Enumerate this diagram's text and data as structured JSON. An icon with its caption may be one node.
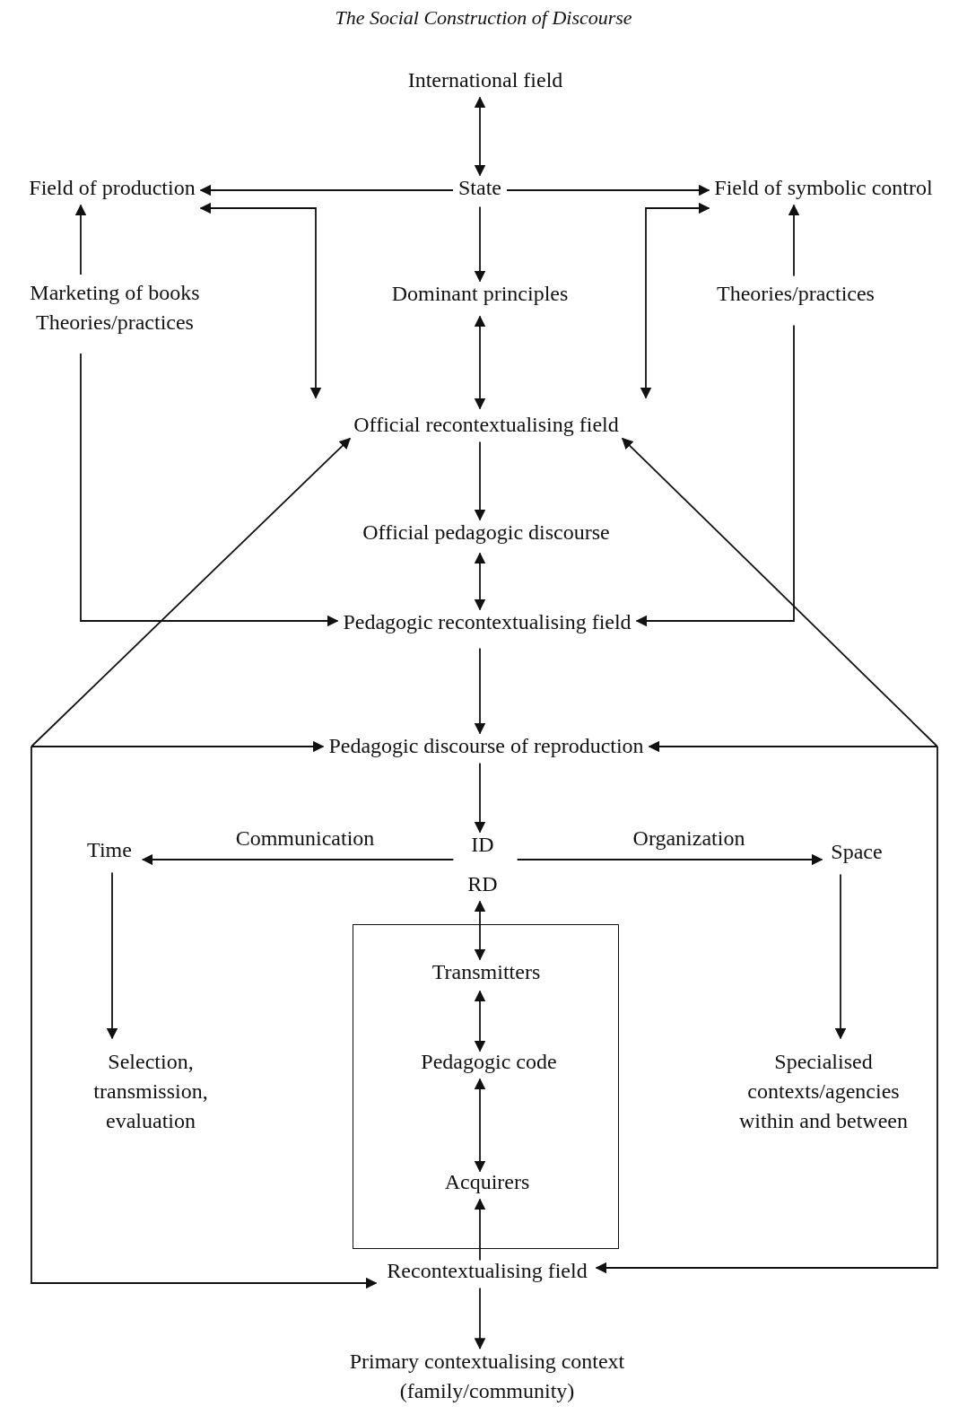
{
  "diagram": {
    "title": "The Social Construction of Discourse",
    "nodes": [
      {
        "text": [
          "International field"
        ]
      },
      {
        "text": [
          "State"
        ]
      },
      {
        "text": [
          "Field of production"
        ]
      },
      {
        "text": [
          "Field of symbolic control"
        ]
      },
      {
        "text": [
          "Marketing of books Theories/practices"
        ]
      },
      {
        "text": [
          "Dominant principles"
        ]
      },
      {
        "text": [
          "Theories/practices"
        ]
      },
      {
        "text": [
          "Official recontextualising field"
        ]
      },
      {
        "text": [
          "Official pedagogic discourse"
        ]
      },
      {
        "text": [
          "Pedagogic recontextualising field"
        ]
      },
      {
        "text": [
          "Pedagogic discourse of reproduction"
        ]
      },
      {
        "text": [
          "ID"
        ]
      },
      {
        "text": [
          "RD"
        ]
      },
      {
        "text": [
          "Time"
        ]
      },
      {
        "text": [
          "Space"
        ]
      },
      {
        "text": [
          "Selection, transmission, evaluation"
        ]
      },
      {
        "text": [
          "Specialised contexts/agencies within and between"
        ]
      },
      {
        "text": [],
        "shape": "box"
      },
      {
        "text": [
          "Transmitters"
        ],
        "in": 17
      },
      {
        "text": [
          "Pedagogic code"
        ],
        "in": 17
      },
      {
        "text": [
          "Acquirers"
        ],
        "in": 17
      },
      {
        "text": [
          "Recontextualising field"
        ]
      },
      {
        "text": [
          "Primary contextualising context (family/community)"
        ]
      }
    ],
    "edges": [
      {
        "from": 0,
        "to": 1,
        "arrow": "both"
      },
      {
        "from": 1,
        "to": 2,
        "arrow": "to"
      },
      {
        "from": 1,
        "to": 3,
        "arrow": "to"
      },
      {
        "from": 2,
        "to": 7,
        "arrow": "both"
      },
      {
        "from": 3,
        "to": 7,
        "arrow": "both"
      },
      {
        "from": 1,
        "to": 5,
        "arrow": "to"
      },
      {
        "from": 4,
        "to": 2,
        "arrow": "to"
      },
      {
        "from": 5,
        "to": 7,
        "arrow": "both"
      },
      {
        "from": 6,
        "to": 3,
        "arrow": "to"
      },
      {
        "from": 4,
        "to": 9,
        "arrow": "to"
      },
      {
        "from": 6,
        "to": 9,
        "arrow": "to"
      },
      {
        "from": 7,
        "to": 8,
        "arrow": "to"
      },
      {
        "from": 8,
        "to": 9,
        "arrow": "both"
      },
      {
        "from": 9,
        "to": 10,
        "arrow": "to"
      },
      {
        "from": 10,
        "to": 11,
        "arrow": "to"
      },
      {
        "from": 11,
        "to": 13,
        "arrow": "to",
        "label": "Communication"
      },
      {
        "from": 11,
        "to": 14,
        "arrow": "to",
        "label": "Organization"
      },
      {
        "from": 12,
        "to": 18,
        "arrow": "both"
      },
      {
        "from": 13,
        "to": 15,
        "arrow": "to"
      },
      {
        "from": 14,
        "to": 16,
        "arrow": "to"
      },
      {
        "from": 18,
        "to": 19,
        "arrow": "both"
      },
      {
        "from": 19,
        "to": 20,
        "arrow": "both"
      },
      {
        "from": 21,
        "to": 20,
        "arrow": "to"
      },
      {
        "from": 21,
        "to": 22,
        "arrow": "to"
      },
      {
        "from": null,
        "to": 7,
        "arrow": "to"
      },
      {
        "from": null,
        "to": 7,
        "arrow": "to"
      },
      {
        "from": null,
        "to": 10,
        "arrow": "to"
      },
      {
        "from": null,
        "to": 10,
        "arrow": "to"
      },
      {
        "from": null,
        "to": 21,
        "arrow": "to"
      },
      {
        "from": null,
        "to": 21,
        "arrow": "to"
      }
    ]
  }
}
